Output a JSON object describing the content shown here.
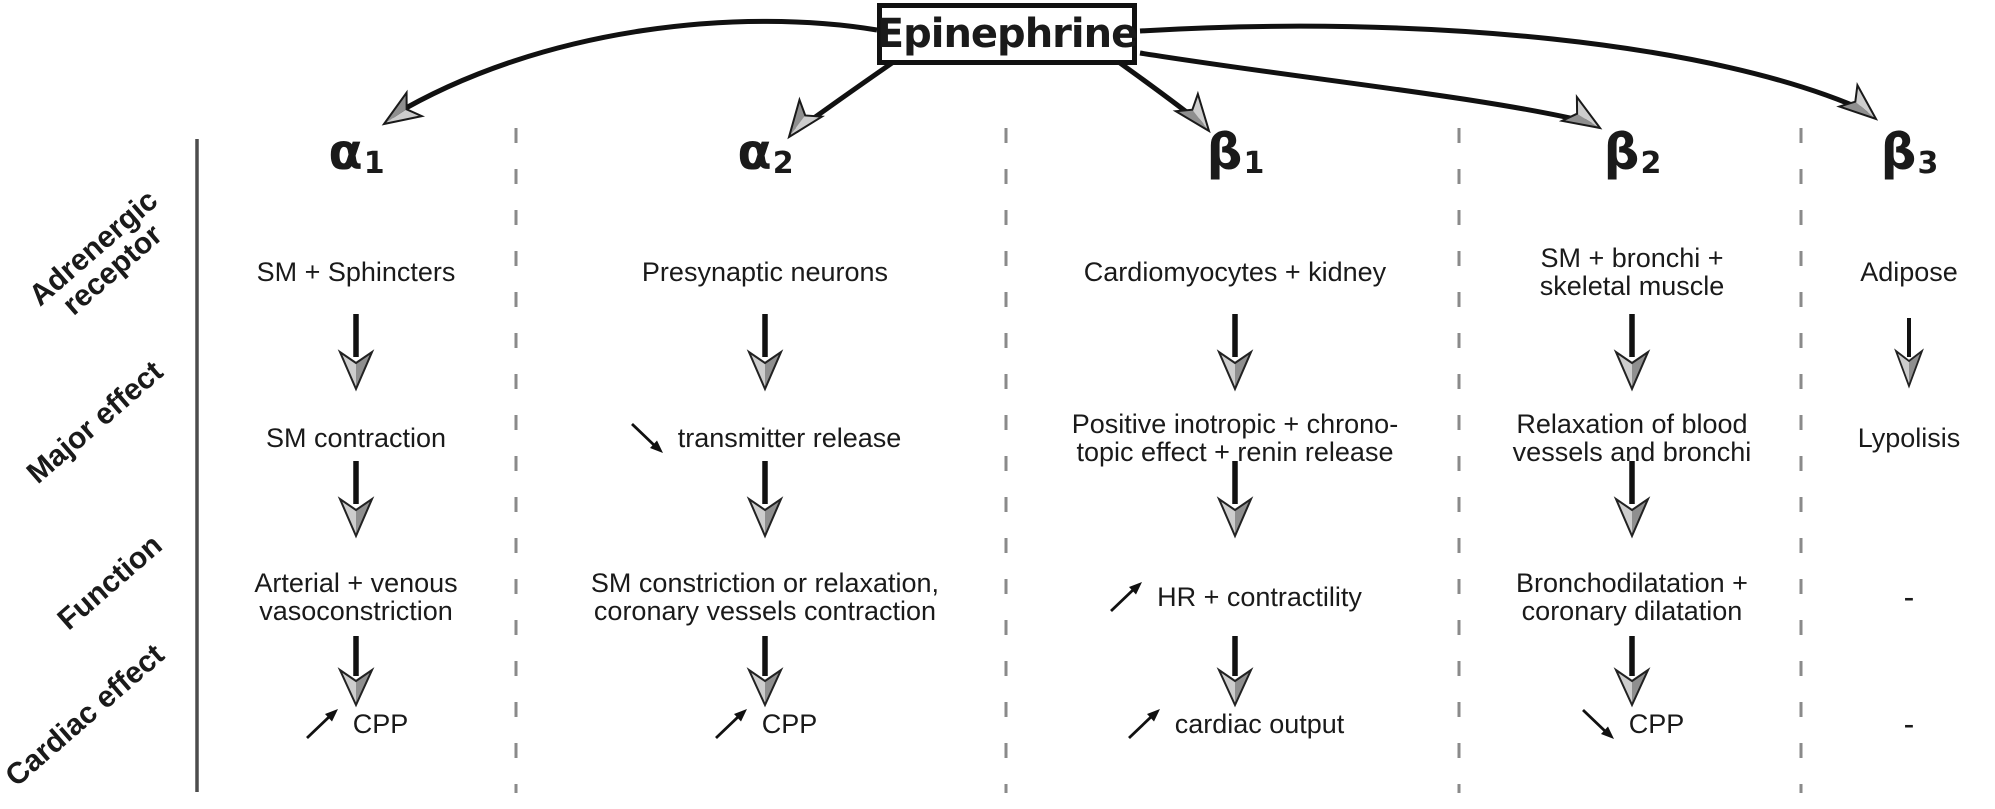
{
  "source": {
    "label": "Epinephrine"
  },
  "row_labels": {
    "adrenergic_receptor": {
      "lines": [
        "Adrenergic",
        "receptor"
      ]
    },
    "major_effect": {
      "label": "Major effect"
    },
    "function": {
      "label": "Function"
    },
    "cardiac_effect": {
      "label": "Cardiac effect"
    }
  },
  "columns": [
    {
      "receptor": "α",
      "subscript": "1",
      "target": {
        "lines": [
          "SM + Sphincters"
        ]
      },
      "major_effect": {
        "lines": [
          "SM contraction"
        ]
      },
      "function": {
        "lines": [
          "Arterial + venous",
          "vasoconstriction"
        ]
      },
      "cardiac_effect": {
        "trend": "increase",
        "text": "CPP"
      }
    },
    {
      "receptor": "α",
      "subscript": "2",
      "target": {
        "lines": [
          "Presynaptic neurons"
        ]
      },
      "major_effect": {
        "trend": "decrease",
        "text": "transmitter release"
      },
      "function": {
        "lines": [
          "SM constriction or relaxation,",
          "coronary vessels contraction"
        ]
      },
      "cardiac_effect": {
        "trend": "increase",
        "text": "CPP"
      }
    },
    {
      "receptor": "β",
      "subscript": "1",
      "target": {
        "lines": [
          "Cardiomyocytes + kidney"
        ]
      },
      "major_effect": {
        "lines": [
          "Positive inotropic + chrono-",
          "topic effect + renin release"
        ]
      },
      "function": {
        "trend": "increase",
        "text": "HR + contractility"
      },
      "cardiac_effect": {
        "trend": "increase",
        "text": "cardiac output"
      }
    },
    {
      "receptor": "β",
      "subscript": "2",
      "target": {
        "lines": [
          "SM + bronchi +",
          "skeletal muscle"
        ]
      },
      "major_effect": {
        "lines": [
          "Relaxation of blood",
          "vessels and bronchi"
        ]
      },
      "function": {
        "lines": [
          "Bronchodilatation +",
          "coronary dilatation"
        ]
      },
      "cardiac_effect": {
        "trend": "decrease",
        "text": "CPP"
      }
    },
    {
      "receptor": "β",
      "subscript": "3",
      "target": {
        "lines": [
          "Adipose"
        ]
      },
      "major_effect": {
        "lines": [
          "Lypolisis"
        ]
      },
      "function": {
        "text": "-"
      },
      "cardiac_effect": {
        "text": "-"
      }
    }
  ],
  "colors": {
    "ink": "#1a1a1a",
    "arrowhead_gray_light": "#cdcdcd",
    "arrowhead_gray_dark": "#8f8f8f",
    "separator_gray": "#8a8a8a",
    "axis_line_gray": "#4d4d4d"
  }
}
